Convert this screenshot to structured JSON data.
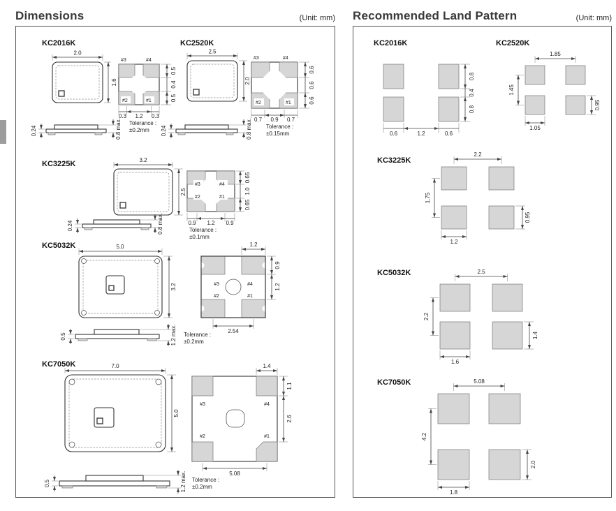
{
  "header": {
    "dimensions_title": "Dimensions",
    "land_pattern_title": "Recommended Land Pattern",
    "unit_left": "(Unit: mm)",
    "unit_right": "(Unit: mm)"
  },
  "pins": {
    "p1": "#1",
    "p2": "#2",
    "p3": "#3",
    "p4": "#4"
  },
  "dimensions": {
    "kc2016k": {
      "name": "KC2016K",
      "body_width": "2.0",
      "body_height": "1.6",
      "pad_right_top": "0.5",
      "pad_right_mid": "0.4",
      "pad_right_bot": "0.5",
      "pad_bot_left": "0.3",
      "pad_bot_mid": "1.2",
      "pad_bot_right": "0.3",
      "side_thickness": "0.24",
      "side_height": "0.8 max.",
      "tolerance_label": "Tolerance :",
      "tolerance_value": "±0.2mm"
    },
    "kc2520k": {
      "name": "KC2520K",
      "body_width": "2.5",
      "body_height": "2.0",
      "pad_right_top": "0.6",
      "pad_right_mid": "0.6",
      "pad_right_bot": "0.6",
      "pad_bot_left": "0.7",
      "pad_bot_mid": "0.9",
      "pad_bot_right": "0.7",
      "side_thickness": "0.24",
      "side_height": "0.8 max.",
      "tolerance_label": "Tolerance :",
      "tolerance_value": "±0.15mm"
    },
    "kc3225k": {
      "name": "KC3225K",
      "body_width": "3.2",
      "body_height": "2.5",
      "pad_right_top": "0.65",
      "pad_right_mid": "1.0",
      "pad_right_bot": "0.65",
      "pad_bot_left": "0.9",
      "pad_bot_mid": "1.2",
      "pad_bot_right": "0.9",
      "side_thickness": "0.24",
      "side_height": "0.8 max.",
      "tolerance_label": "Tolerance :",
      "tolerance_value": "±0.1mm"
    },
    "kc5032k": {
      "name": "KC5032K",
      "body_width": "5.0",
      "body_height": "3.2",
      "pad_top_width": "1.2",
      "pad_right_top": "0.9",
      "pad_right_mid": "1.2",
      "pad_pitch": "2.54",
      "side_thickness": "0.5",
      "side_height": "1.2 max.",
      "tolerance_label": "Tolerance :",
      "tolerance_value": "±0.2mm"
    },
    "kc7050k": {
      "name": "KC7050K",
      "body_width": "7.0",
      "body_height": "5.0",
      "pad_top_width": "1.4",
      "pad_right_top": "1.1",
      "pad_right_mid": "2.6",
      "pad_pitch": "5.08",
      "side_thickness": "0.5",
      "side_height": "1.2 max.",
      "tolerance_label": "Tolerance :",
      "tolerance_value": "±0.2mm"
    }
  },
  "land_patterns": {
    "kc2016k": {
      "name": "KC2016K",
      "right_top": "0.8",
      "right_mid": "0.4",
      "right_bot": "0.8",
      "bot_left": "0.6",
      "bot_mid": "1.2",
      "bot_right": "0.6"
    },
    "kc2520k": {
      "name": "KC2520K",
      "pitch_x": "1.85",
      "pitch_y": "1.45",
      "pad_w": "1.05",
      "pad_h": "0.95"
    },
    "kc3225k": {
      "name": "KC3225K",
      "pitch_x": "2.2",
      "pitch_y": "1.75",
      "pad_w": "1.2",
      "pad_h": "0.95"
    },
    "kc5032k": {
      "name": "KC5032K",
      "pitch_x": "2.5",
      "pitch_y": "2.2",
      "pad_w": "1.6",
      "pad_h": "1.4"
    },
    "kc7050k": {
      "name": "KC7050K",
      "pitch_x": "5.08",
      "pitch_y": "4.2",
      "pad_w": "1.8",
      "pad_h": "2.0"
    }
  },
  "colors": {
    "pad_fill": "#d6d6d6",
    "line": "#333333"
  }
}
